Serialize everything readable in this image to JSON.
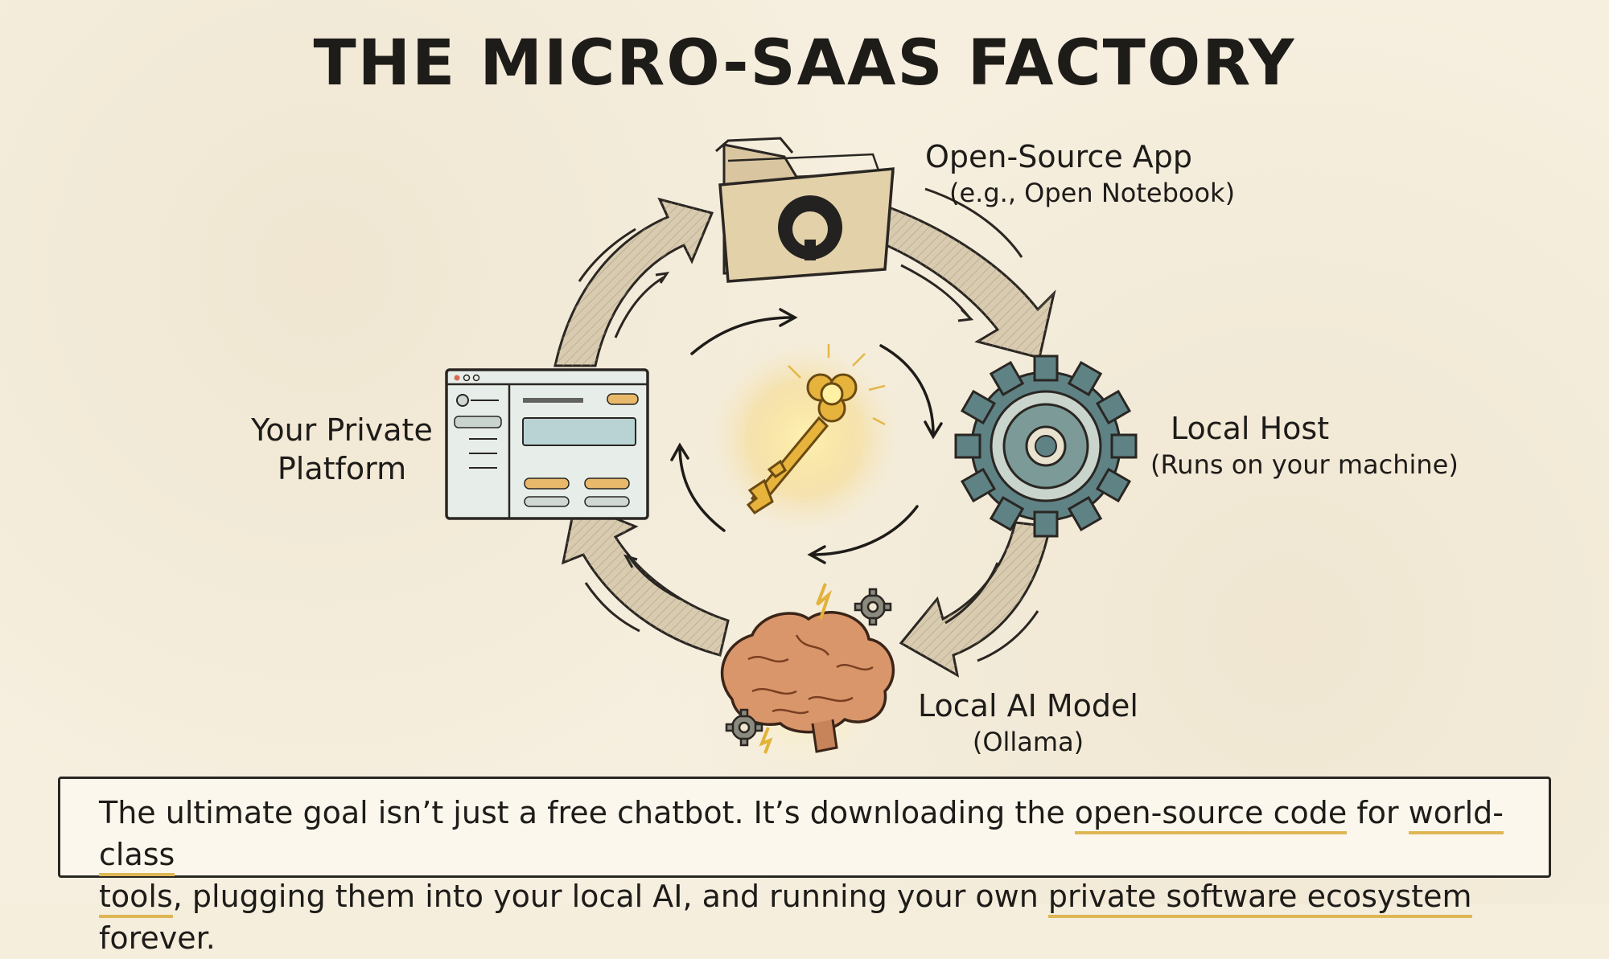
{
  "title": "THE MICRO-SAAS FACTORY",
  "nodes": {
    "open_source_app": {
      "label": "Open-Source App",
      "sub": "(e.g., Open Notebook)",
      "icon": "github-folder-icon"
    },
    "local_host": {
      "label": "Local Host",
      "sub": "(Runs on your machine)",
      "icon": "gear-icon"
    },
    "local_ai_model": {
      "label": "Local AI Model",
      "sub": "(Ollama)",
      "icon": "brain-icon"
    },
    "private_platform": {
      "label_line1": "Your Private",
      "label_line2": "Platform",
      "icon": "app-window-icon"
    },
    "center": {
      "icon": "golden-key-icon"
    }
  },
  "caption": {
    "p1": "The ultimate goal isn’t just a free chatbot. It’s downloading the ",
    "h1": "open-source code",
    "p2": " for ",
    "h2": "world-class",
    "h3": "tools",
    "p3": ", plugging them into your local AI, and running your own ",
    "h4": "private software ecosystem",
    "p4": " forever."
  },
  "colors": {
    "background": "#f6efdf",
    "ink": "#1e1c19",
    "arrow_fill": "#d8cbb0",
    "gold": "#e0b655",
    "gear": "#5f8285",
    "brain": "#d9966a"
  }
}
